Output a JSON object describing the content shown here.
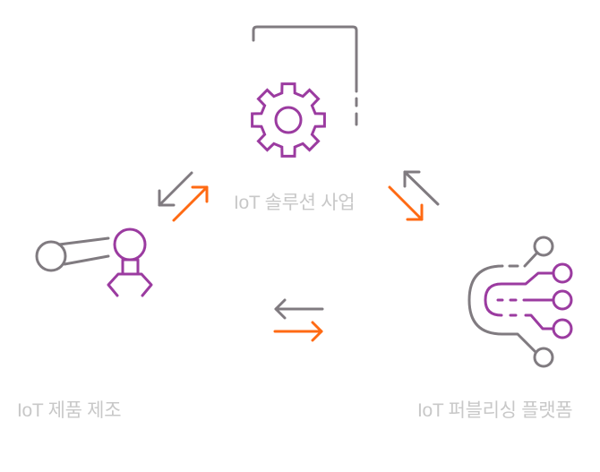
{
  "colors": {
    "gray": "#807b80",
    "purple": "#9b3ba0",
    "orange": "#ff6a13",
    "label": "#c8c8c8"
  },
  "nodes": [
    {
      "id": "solution",
      "label": "IoT 솔루션 사업",
      "icon": "gear-icon"
    },
    {
      "id": "manufacturing",
      "label": "IoT 제품 제조",
      "icon": "robot-arm-icon"
    },
    {
      "id": "platform",
      "label": "IoT 퍼블리싱 플랫폼",
      "icon": "network-hub-icon"
    }
  ],
  "connections": [
    {
      "from": "solution",
      "to": "manufacturing",
      "type": "bidirectional"
    },
    {
      "from": "solution",
      "to": "platform",
      "type": "bidirectional"
    },
    {
      "from": "manufacturing",
      "to": "platform",
      "type": "bidirectional"
    }
  ]
}
